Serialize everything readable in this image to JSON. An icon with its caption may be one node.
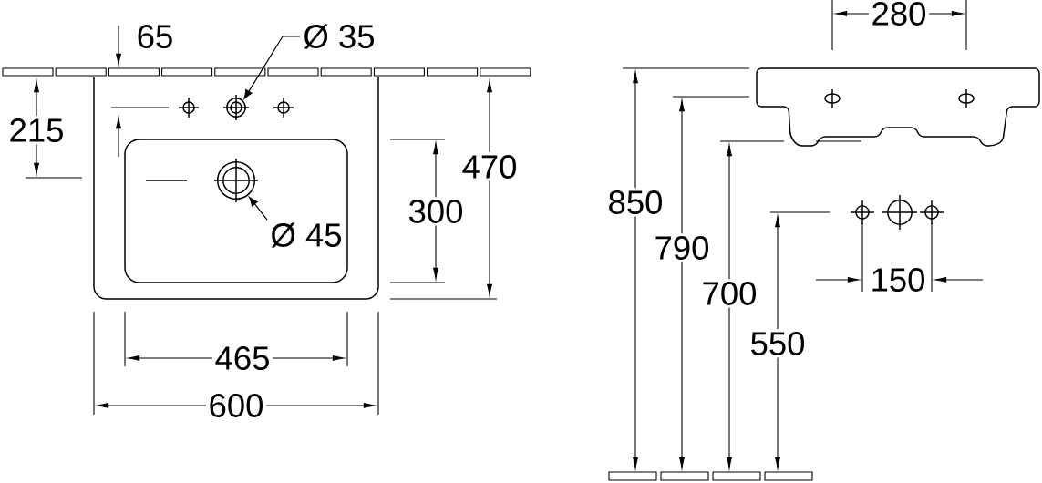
{
  "diagram": {
    "nodes": [
      {
        "text": [
          "Ø 35"
        ]
      },
      {
        "text": [],
        "shape": "circle"
      },
      {
        "text": [
          "Ø 45"
        ]
      },
      {
        "text": [],
        "shape": "circle"
      }
    ],
    "edges": [
      {
        "from": 0,
        "to": 1,
        "arrow": "to"
      },
      {
        "from": 2,
        "to": 3,
        "arrow": "to"
      }
    ],
    "labels": [
      "280",
      "65",
      "215",
      "470",
      "850",
      "300",
      "790",
      "150",
      "700",
      "550",
      "465",
      "600"
    ]
  }
}
